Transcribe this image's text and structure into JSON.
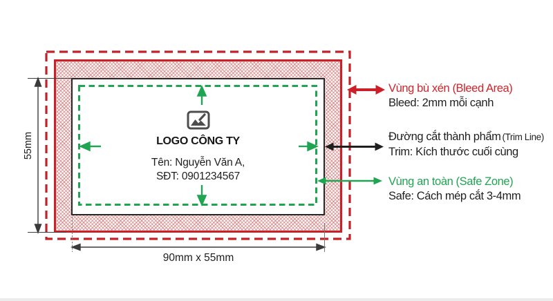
{
  "diagram": {
    "card": {
      "logo_icon": "image-placeholder-icon",
      "logo": "LOGO CÔNG TY",
      "name": "Tên: Nguyễn Văn A,",
      "phone": "SĐT: 0901234567"
    },
    "dimensions": {
      "height": "55mm",
      "size": "90mm x 55mm"
    },
    "legend": {
      "bleed": {
        "title": "Vùng bù xén (Bleed Area)",
        "desc": "Bleed: 2mm mỗi cạnh",
        "color": "#cc2027"
      },
      "trim": {
        "title": "Đường cắt thành phẩm",
        "title_note": "(Trim Line)",
        "desc": "Trim: Kích thước cuối cùng",
        "color": "#262626"
      },
      "safe": {
        "title": "Vùng an toàn (Safe Zone)",
        "desc": "Safe: Cách mép cắt 3-4mm",
        "color": "#1fa452"
      }
    },
    "colors": {
      "bleed_red": "#cb2027",
      "safe_green": "#1fa452",
      "trim_black": "#262626"
    }
  }
}
